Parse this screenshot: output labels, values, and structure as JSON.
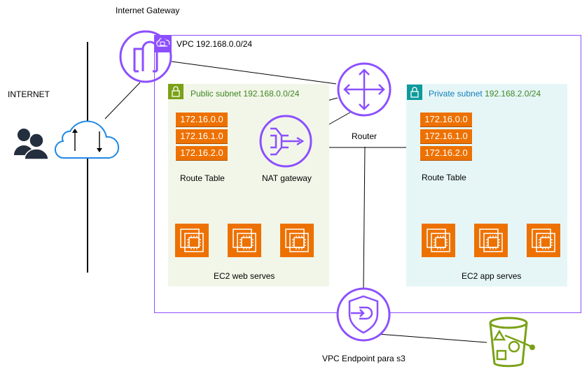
{
  "internet_gateway": {
    "label": "Internet Gateway"
  },
  "internet": {
    "label": "INTERNET"
  },
  "vpc": {
    "label": "VPC 192.168.0.0/24"
  },
  "public_subnet": {
    "label_prefix": "Public subnet",
    "cidr": "192.168.0.0/24",
    "route_table": {
      "rows": [
        "172.16.0.0",
        "172.16.1.0",
        "172.16.2.0"
      ],
      "label": "Route Table"
    },
    "nat_gateway": "NAT gateway",
    "ec2_label": "EC2 web serves"
  },
  "private_subnet": {
    "label_prefix": "Private subnet",
    "cidr": "192.168.2.0/24",
    "route_table": {
      "rows": [
        "172.16.0.0",
        "172.16.1.0",
        "172.16.2.0"
      ],
      "label": "Route Table"
    },
    "ec2_label": "EC2 app serves"
  },
  "router": {
    "label": "Router"
  },
  "vpc_endpoint": {
    "label": "VPC Endpoint para s3"
  },
  "colors": {
    "vpc_border": "#8C4FFF",
    "network_icon": "#8C4FFF",
    "public_subnet_bg": "#F2F6E8",
    "public_subnet_accent": "#7AA116",
    "private_subnet_bg": "#E6F6F7",
    "private_subnet_accent": "#0E9A9A",
    "compute": "#ED7100",
    "storage": "#7AA116",
    "cloud": "#1E88E5"
  },
  "icons": [
    "users-icon",
    "cloud-icon",
    "internet-gateway-icon",
    "vpc-icon",
    "router-icon",
    "nat-gateway-icon",
    "lock-icon",
    "ec2-instance-icon",
    "vpc-endpoint-icon",
    "s3-bucket-icon"
  ]
}
